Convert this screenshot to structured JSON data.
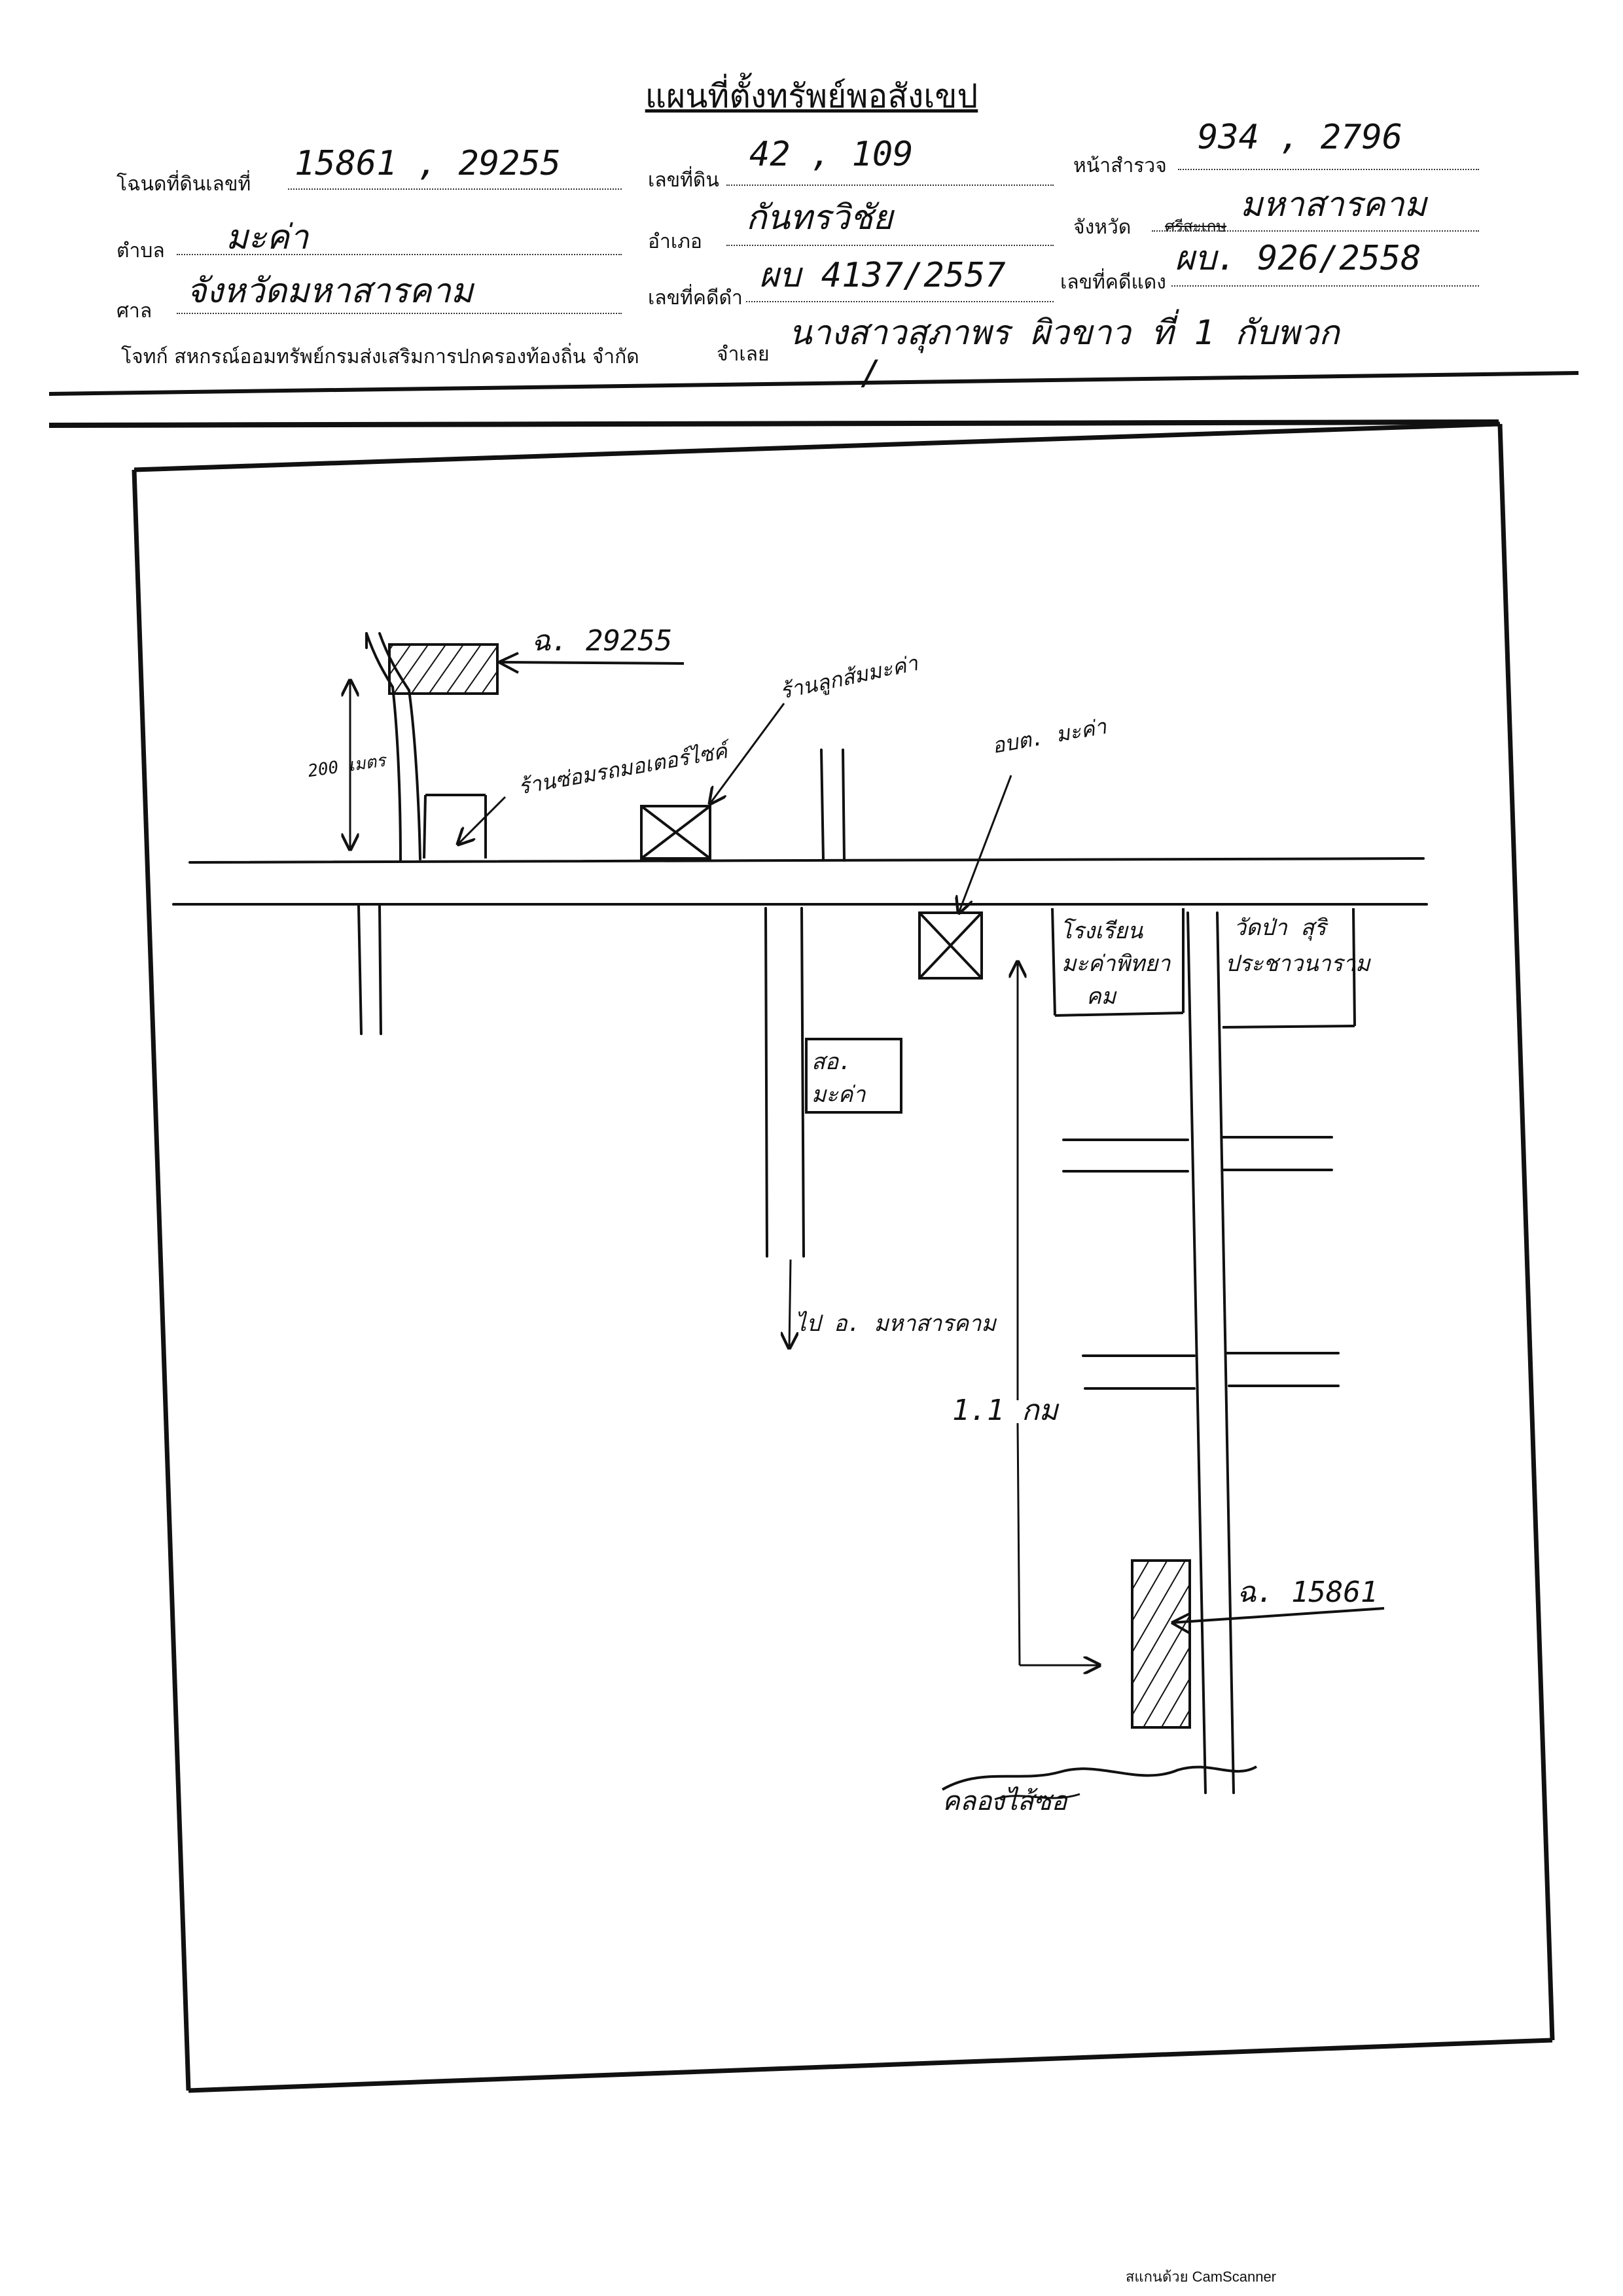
{
  "header": {
    "title": "แผนที่ตั้งทรัพย์พอสังเขป",
    "deed_label": "โฉนดที่ดินเลขที่",
    "deed_value": "15861 , 29255",
    "land_no_label": "เลขที่ดิน",
    "land_no_value": "42 , 109",
    "survey_label": "หน้าสำรวจ",
    "survey_value": "934 , 2796",
    "tambon_label": "ตำบล",
    "tambon_value": "มะค่า",
    "amphoe_label": "อำเภอ",
    "amphoe_value": "กันทรวิชัย",
    "province_label": "จังหวัด",
    "province_struck": "ศรีสะเกษ",
    "province_value": "มหาสารคาม",
    "court_label": "ศาล",
    "court_value": "จังหวัดมหาสารคาม",
    "black_case_label": "เลขที่คดีดำ",
    "black_case_value": "ผบ 4137/2557",
    "red_case_label": "เลขที่คดีแดง",
    "red_case_value": "ผบ. 926/2558",
    "plaintiff_text": "โจทก์ สหกรณ์ออมทรัพย์กรมส่งเสริมการปกครองท้องถิ่น จำกัด",
    "defendant_label": "จำเลย",
    "defendant_value": "นางสาวสุภาพร ผิวขาว ที่ 1 กับพวก",
    "defendant_mark": "/"
  },
  "map": {
    "labels": {
      "parcel_top": "ฉ. 29255",
      "distance_200": "200 เมตร",
      "motorcycle_shop": "ร้านซ่อมรถมอเตอร์ไซค์",
      "orange_shop": "ร้านลูกส้มมะค่า",
      "sao": "อบต. มะค่า",
      "school_line1": "โรงเรียน",
      "school_line2": "มะค่าพิทยา",
      "school_line3": "คม",
      "temple_line1": "วัดป่า สุริ",
      "temple_line2": "ประชาวนาราม",
      "health_line1": "สอ.",
      "health_line2": "มะค่า",
      "to_city": "ไป อ. มหาสารคาม",
      "distance_km": "1.1 กม",
      "parcel_bottom": "ฉ. 15861",
      "canal": "คลองไส้ซอ"
    }
  },
  "footer": {
    "scanner": "สแกนด้วย CamScanner"
  },
  "colors": {
    "ink": "#111111",
    "paper": "#ffffff"
  }
}
